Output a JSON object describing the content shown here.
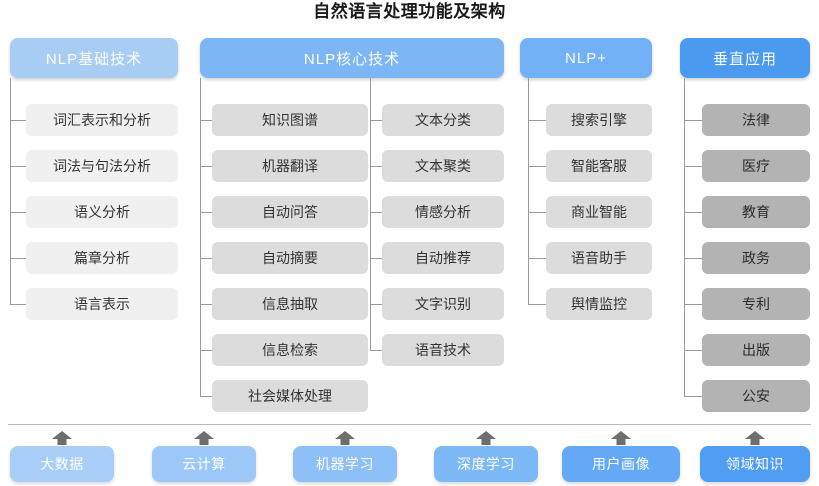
{
  "title": "自然语言处理功能及架构",
  "colors": {
    "header_1": "#a8cdf5",
    "header_2": "#7db6f5",
    "header_3": "#72b0f7",
    "header_4": "#4a9af0",
    "item_light": "#f0f0f0",
    "item_mid": "#dcdcdc",
    "item_dark": "#b3b3b3",
    "connector": "#9a9a9a",
    "arrow": "#6e6e6e",
    "rule": "#b9b9b9"
  },
  "columns": [
    {
      "header": "NLP基础技术",
      "groups": [
        {
          "items": [
            "词汇表示和分析",
            "词法与句法分析",
            "语义分析",
            "篇章分析",
            "语言表示"
          ]
        }
      ]
    },
    {
      "header": "NLP核心技术",
      "groups": [
        {
          "items": [
            "知识图谱",
            "机器翻译",
            "自动问答",
            "自动摘要",
            "信息抽取",
            "信息检索",
            "社会媒体处理"
          ]
        },
        {
          "items": [
            "文本分类",
            "文本聚类",
            "情感分析",
            "自动推荐",
            "文字识别",
            "语音技术"
          ]
        }
      ]
    },
    {
      "header": "NLP+",
      "groups": [
        {
          "items": [
            "搜索引擎",
            "智能客服",
            "商业智能",
            "语音助手",
            "舆情监控"
          ]
        }
      ]
    },
    {
      "header": "垂直应用",
      "groups": [
        {
          "items": [
            "法律",
            "医疗",
            "教育",
            "政务",
            "专利",
            "出版",
            "公安"
          ]
        }
      ]
    }
  ],
  "foundation": [
    {
      "label": "大数据",
      "color": "#a8cef7"
    },
    {
      "label": "云计算",
      "color": "#9cc8f7"
    },
    {
      "label": "机器学习",
      "color": "#8dc0f7"
    },
    {
      "label": "深度学习",
      "color": "#7db8f7"
    },
    {
      "label": "用户画像",
      "color": "#64a9f5"
    },
    {
      "label": "领域知识",
      "color": "#4f9ef3"
    }
  ]
}
